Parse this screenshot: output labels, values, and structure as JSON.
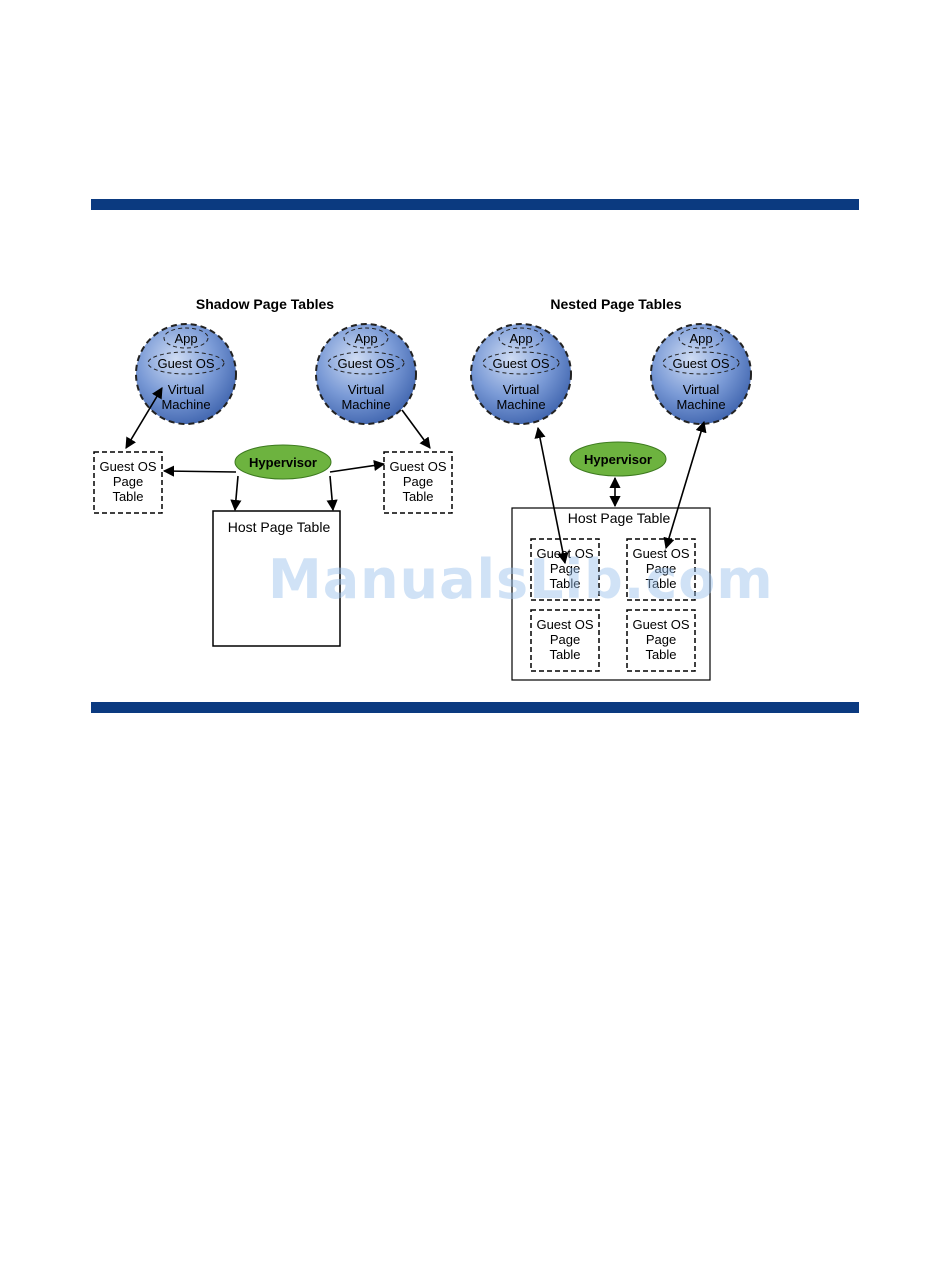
{
  "titles": {
    "shadow": "Shadow Page Tables",
    "nested": "Nested Page Tables"
  },
  "vm": {
    "app": "App",
    "guest_os": "Guest OS",
    "line1": "Virtual",
    "line2": "Machine"
  },
  "hypervisor": "Hypervisor",
  "host_table": "Host Page Table",
  "guest_table": {
    "line1": "Guest OS",
    "line2": "Page",
    "line3": "Table"
  },
  "watermark": "ManualsLib.com",
  "colors": {
    "rule": "#0b3a80",
    "vm_fill": "#5f86c9",
    "hypervisor_fill": "#6db33f"
  }
}
